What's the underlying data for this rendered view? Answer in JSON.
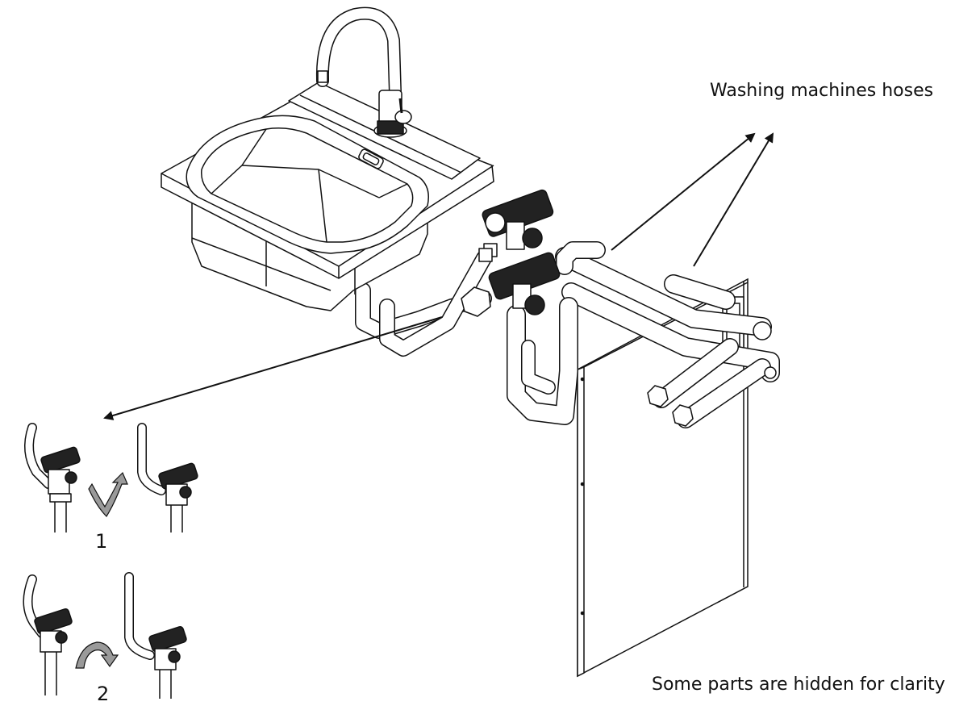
{
  "labels": {
    "hoses": "Washing machines hoses",
    "hidden_note": "Some parts are hidden for clarity",
    "step1": "1",
    "step2": "2"
  },
  "colors": {
    "line": "#111111",
    "fill": "#ffffff",
    "valve_dark": "#222222",
    "rotation_arrow": "#9a9a9a"
  },
  "icons": [
    "sink-illustration",
    "faucet-illustration",
    "drain-trap-illustration",
    "cabinet-side-panel",
    "supply-pipes",
    "valve-detail-illustration",
    "rotation-arrow-icon",
    "pointer-arrow-icon"
  ]
}
